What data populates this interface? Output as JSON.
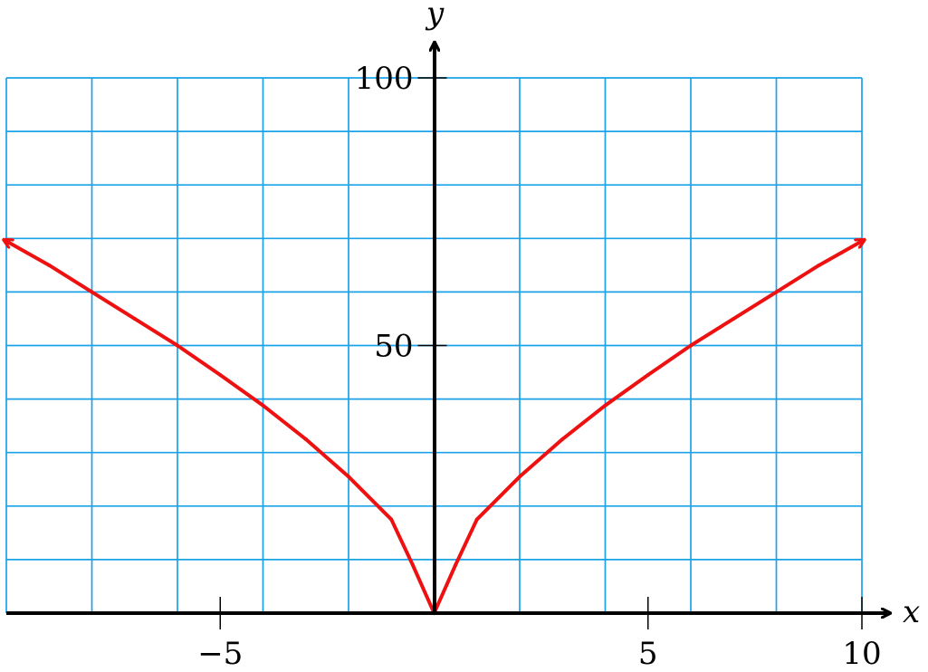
{
  "chart_data": {
    "type": "line",
    "title": "",
    "xlabel": "x",
    "ylabel": "y",
    "xlim": [
      -10,
      10
    ],
    "ylim": [
      0,
      100
    ],
    "x_grid_step": 2,
    "y_grid_step": 10,
    "grid": true,
    "x_ticks": [
      -5,
      5,
      10
    ],
    "x_tick_labels": [
      "−5",
      "5",
      "10"
    ],
    "y_ticks": [
      50,
      100
    ],
    "y_tick_labels": [
      "50",
      "100"
    ],
    "series": [
      {
        "x": [
          -10,
          -9,
          -8,
          -7,
          -6,
          -5,
          -4,
          -3,
          -2,
          -1,
          -0.5,
          0,
          0.5,
          1,
          2,
          3,
          4,
          5,
          6,
          7,
          8,
          9,
          10
        ],
        "y": [
          69.5,
          65,
          60,
          55,
          50,
          44.5,
          38.8,
          32.5,
          25.5,
          17.5,
          9,
          0,
          9,
          17.5,
          25.5,
          32.5,
          38.8,
          44.5,
          50,
          55,
          60,
          65,
          69.5
        ],
        "end_arrows": true
      }
    ]
  },
  "colors": {
    "grid": "#1aa3e8",
    "axes": "#000000",
    "curve": "#ee1111",
    "background": "#ffffff"
  }
}
